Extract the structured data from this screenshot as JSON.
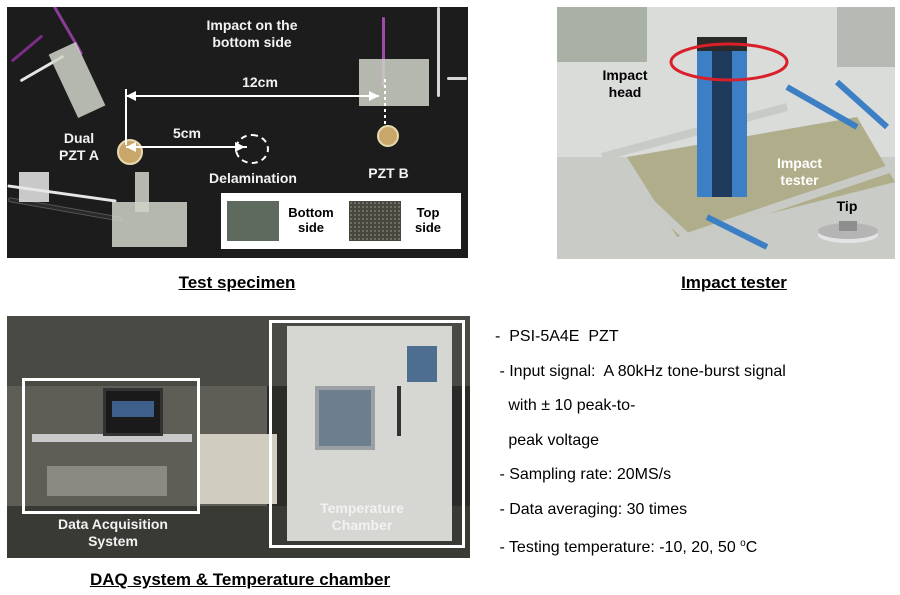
{
  "specimen": {
    "caption": "Test specimen",
    "impact_label_1": "Impact on the",
    "impact_label_2": "bottom side",
    "dist_12": "12cm",
    "dist_5": "5cm",
    "pzt_a_1": "Dual",
    "pzt_a_2": "PZT A",
    "pzt_b": "PZT B",
    "delamination": "Delamination",
    "legend": {
      "bottom_1": "Bottom",
      "bottom_2": "side",
      "top_1": "Top",
      "top_2": "side"
    }
  },
  "tester": {
    "caption": "Impact tester",
    "head_1": "Impact",
    "head_2": "head",
    "tester_1": "Impact",
    "tester_2": "tester",
    "tip": "Tip"
  },
  "daq": {
    "caption": "DAQ system & Temperature chamber",
    "daq_1": "Data Acquisition",
    "daq_2": "System",
    "chamber_1": "Temperature",
    "chamber_2": "Chamber"
  },
  "specs": {
    "line1": "-  PSI-5A4E  PZT",
    "line2": " - Input signal:  A 80kHz tone-burst signal",
    "line3": "   with ± 10 peak-to-",
    "line4": "   peak voltage",
    "line5": " - Sampling rate: 20MS/s",
    "line6": " - Data averaging: 30 times",
    "line7_pre": " - Testing temperature: -10, 20, 50 ",
    "line7_sup": "o",
    "line7_post": "C"
  },
  "colors": {
    "specimen_bg": "#1c1c1c",
    "highlight_red": "#d9202a",
    "frame_blue": "#3d7fc4",
    "box_white": "#ffffff"
  }
}
